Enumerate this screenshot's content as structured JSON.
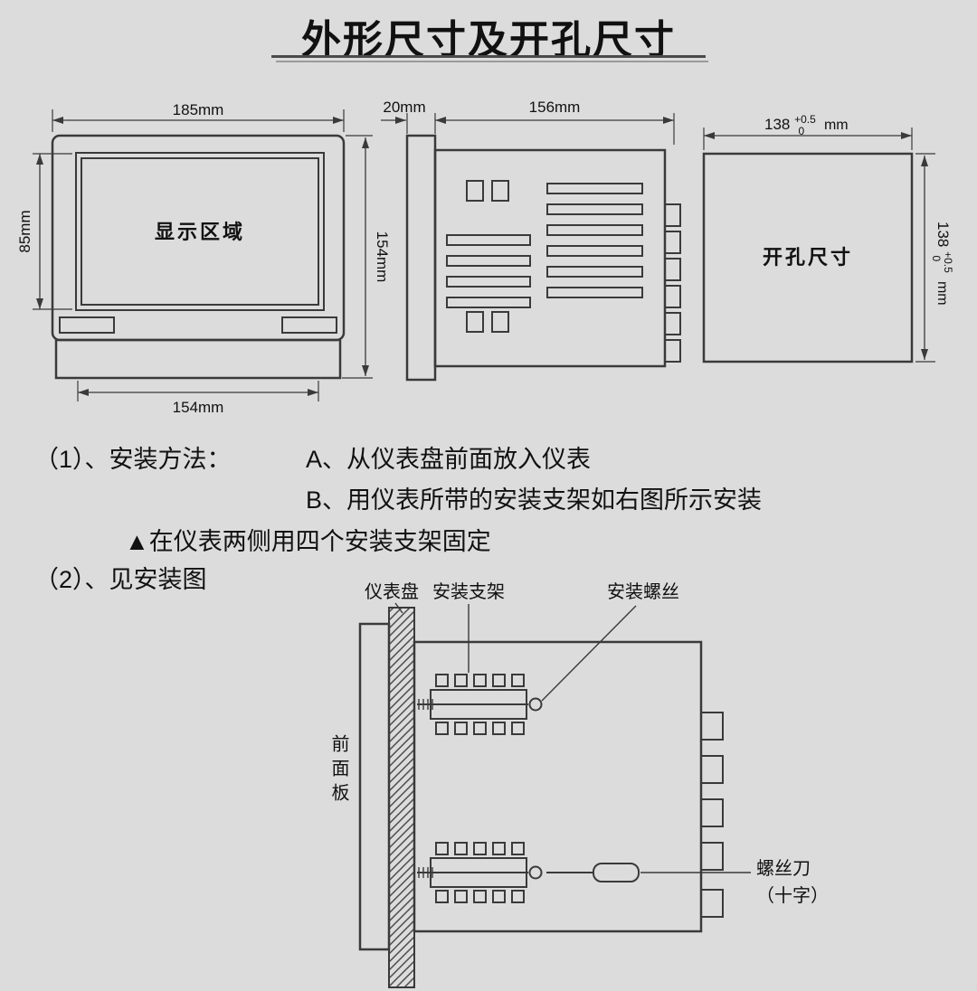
{
  "colors": {
    "background": "#dcdcdc",
    "line": "#3a3a3a",
    "text": "#111111"
  },
  "title": "外形尺寸及开孔尺寸",
  "front_view": {
    "top_width": "185mm",
    "display_height": "85mm",
    "side_height": "154mm",
    "bottom_width": "154mm",
    "display_label": "显示区域"
  },
  "side_view": {
    "bezel_depth": "20mm",
    "body_depth": "156mm"
  },
  "cutout_view": {
    "label": "开孔尺寸",
    "dim_value": "138",
    "tol_upper": "+0.5",
    "tol_lower": "0",
    "unit": "mm"
  },
  "instructions": {
    "item1_label": "（1）、安装方法：",
    "item1_a": "A、从仪表盘前面放入仪表",
    "item1_b": "B、用仪表所带的安装支架如右图所示安装",
    "note": "▲在仪表两侧用四个安装支架固定",
    "item2_label": "（2）、见安装图"
  },
  "install": {
    "panel_label": "仪表盘",
    "bracket_label": "安装支架",
    "screw_label": "安装螺丝",
    "front_panel_label": "前面板",
    "screwdriver_label": "螺丝刀\n（十字）"
  }
}
